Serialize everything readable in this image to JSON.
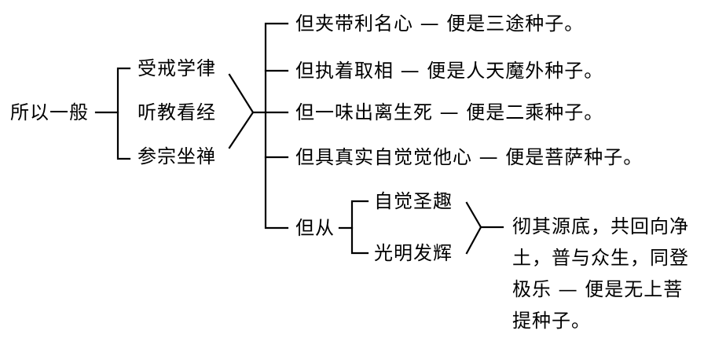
{
  "root": {
    "label": "所以一般"
  },
  "practices": [
    {
      "label": "受戒学律"
    },
    {
      "label": "听教看经"
    },
    {
      "label": "参宗坐禅"
    }
  ],
  "outcomes": [
    {
      "condition": "但夹带利名心",
      "result": "便是三途种子。"
    },
    {
      "condition": "但执着取相",
      "result": "便是人天魔外种子。"
    },
    {
      "condition": "但一味出离生死",
      "result": "便是二乘种子。"
    },
    {
      "condition": "但具真实自觉觉他心",
      "result": "便是菩萨种子。"
    }
  ],
  "last_branch": {
    "label": "但从",
    "subs": [
      {
        "label": "自觉圣趣"
      },
      {
        "label": "光明发辉"
      }
    ],
    "conclusion_lines": [
      "彻其源底，共回向净",
      "土，普与众生，同登",
      "极乐 — 便是无上菩",
      "提种子。"
    ]
  },
  "connector_dash": "—"
}
